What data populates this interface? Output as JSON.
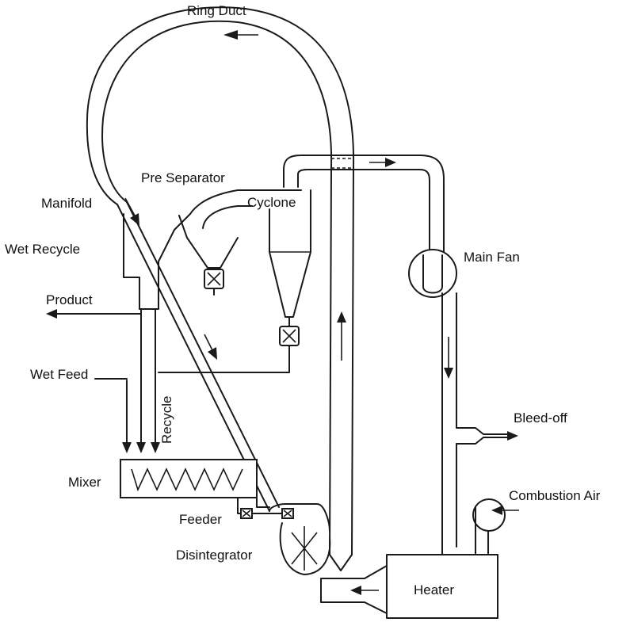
{
  "labels": {
    "ring_duct": "Ring Duct",
    "pre_separator": "Pre Separator",
    "manifold": "Manifold",
    "cyclone": "Cyclone",
    "wet_recycle": "Wet Recycle",
    "main_fan": "Main Fan",
    "product": "Product",
    "wet_feed": "Wet Feed",
    "recycle": "Recycle",
    "bleed_off": "Bleed-off",
    "mixer": "Mixer",
    "combustion_air": "Combustion Air",
    "feeder": "Feeder",
    "disintegrator": "Disintegrator",
    "heater": "Heater"
  }
}
